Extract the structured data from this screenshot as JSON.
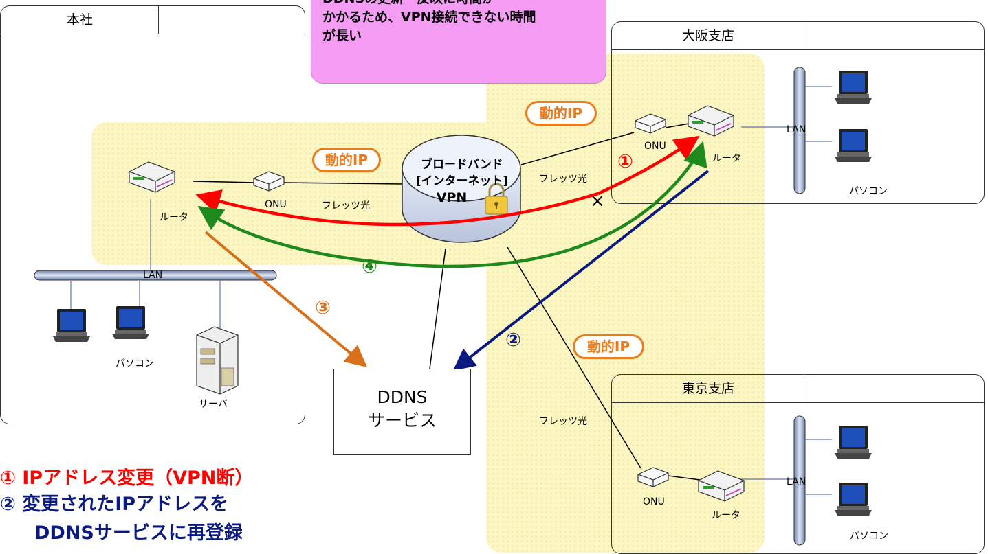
{
  "callout": {
    "line1": "DDNSの更新・反映に時間が",
    "line2": "かかるため、VPN接続できない時間",
    "line3": "が長い"
  },
  "offices": {
    "honsha": {
      "title": "本社"
    },
    "osaka": {
      "title": "大阪支店"
    },
    "tokyo": {
      "title": "東京支店"
    }
  },
  "labels": {
    "router": "ルータ",
    "onu": "ONU",
    "flets": "フレッツ光",
    "lan": "LAN",
    "pc": "パソコン",
    "server": "サーバ",
    "dynamic_ip": "動的IP",
    "cut_mark": "×"
  },
  "cloud": {
    "line1": "ブロードバンド",
    "line2": "[インターネット]",
    "line3": "VPN"
  },
  "ddns_box": {
    "line1": "DDNS",
    "line2": "サービス"
  },
  "steps": {
    "s1": "①",
    "s2": "②",
    "s3": "③",
    "s4": "④"
  },
  "legend": {
    "item1": "①  IPアドレス変更（VPN断）",
    "item2": "②  変更されたIPアドレスを",
    "item2b": "DDNSサービスに再登録"
  },
  "colors": {
    "step1": "#ff0000",
    "step2": "#0a1a80",
    "step3": "#d8701c",
    "step4": "#1e8a1e",
    "callout": "#f59df5",
    "badge": "#ef7a1a",
    "zone": "#fbf6c2"
  }
}
